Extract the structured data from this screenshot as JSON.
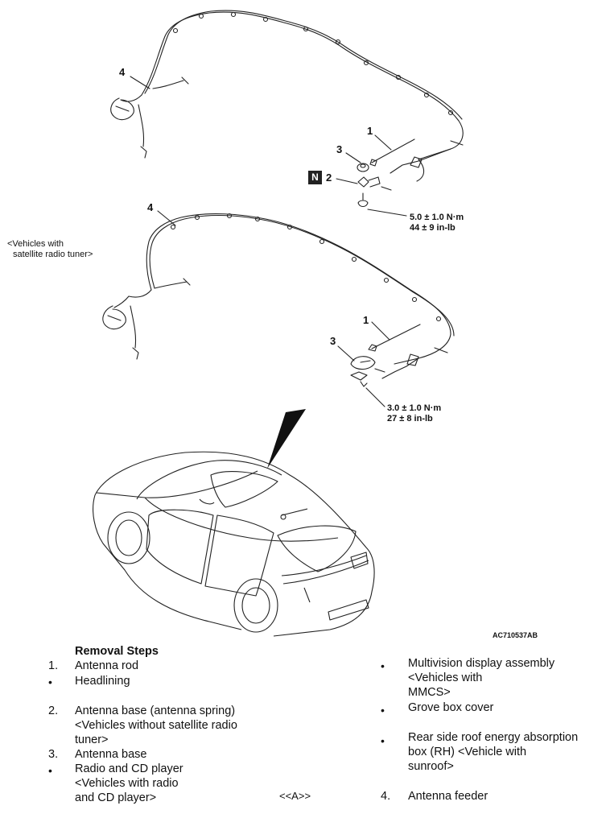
{
  "callouts": {
    "top_1": "1",
    "top_3": "3",
    "top_2": "2",
    "top_4": "4",
    "mid_1": "1",
    "mid_3": "3",
    "mid_4": "4",
    "n_badge": "N"
  },
  "torque_top": {
    "line1": "5.0 ± 1.0 N·m",
    "line2": "44 ± 9 in-lb"
  },
  "torque_mid": {
    "line1": "3.0 ± 1.0 N·m",
    "line2": "27 ± 8 in-lb"
  },
  "variant_note": {
    "line1": "<Vehicles with",
    "line2": "satellite radio tuner>"
  },
  "figure_code": "AC710537AB",
  "removal": {
    "title": "Removal Steps",
    "left": [
      {
        "marker": "1.",
        "lines": [
          "Antenna rod"
        ]
      },
      {
        "marker": "•",
        "lines": [
          "Headlining"
        ]
      },
      {
        "marker": "2.",
        "lines": [
          "Antenna base (antenna spring)",
          "<Vehicles without satellite radio",
          "tuner>"
        ]
      },
      {
        "marker": "3.",
        "lines": [
          "Antenna base"
        ]
      },
      {
        "marker": "•",
        "lines": [
          "Radio and CD player",
          "<Vehicles with radio",
          "and CD player>"
        ]
      }
    ],
    "service_ref": "<<A>>",
    "right": [
      {
        "marker": "•",
        "lines": [
          "Multivision display assembly",
          "<Vehicles with",
          "MMCS>"
        ]
      },
      {
        "marker": "•",
        "lines": [
          "Grove box cover"
        ]
      },
      {
        "marker": "•",
        "lines": [
          "Rear side roof  energy absorption",
          "box (RH) <Vehicle with",
          "sunroof>"
        ]
      },
      {
        "marker": "4.",
        "lines": [
          "Antenna feeder"
        ]
      }
    ]
  }
}
